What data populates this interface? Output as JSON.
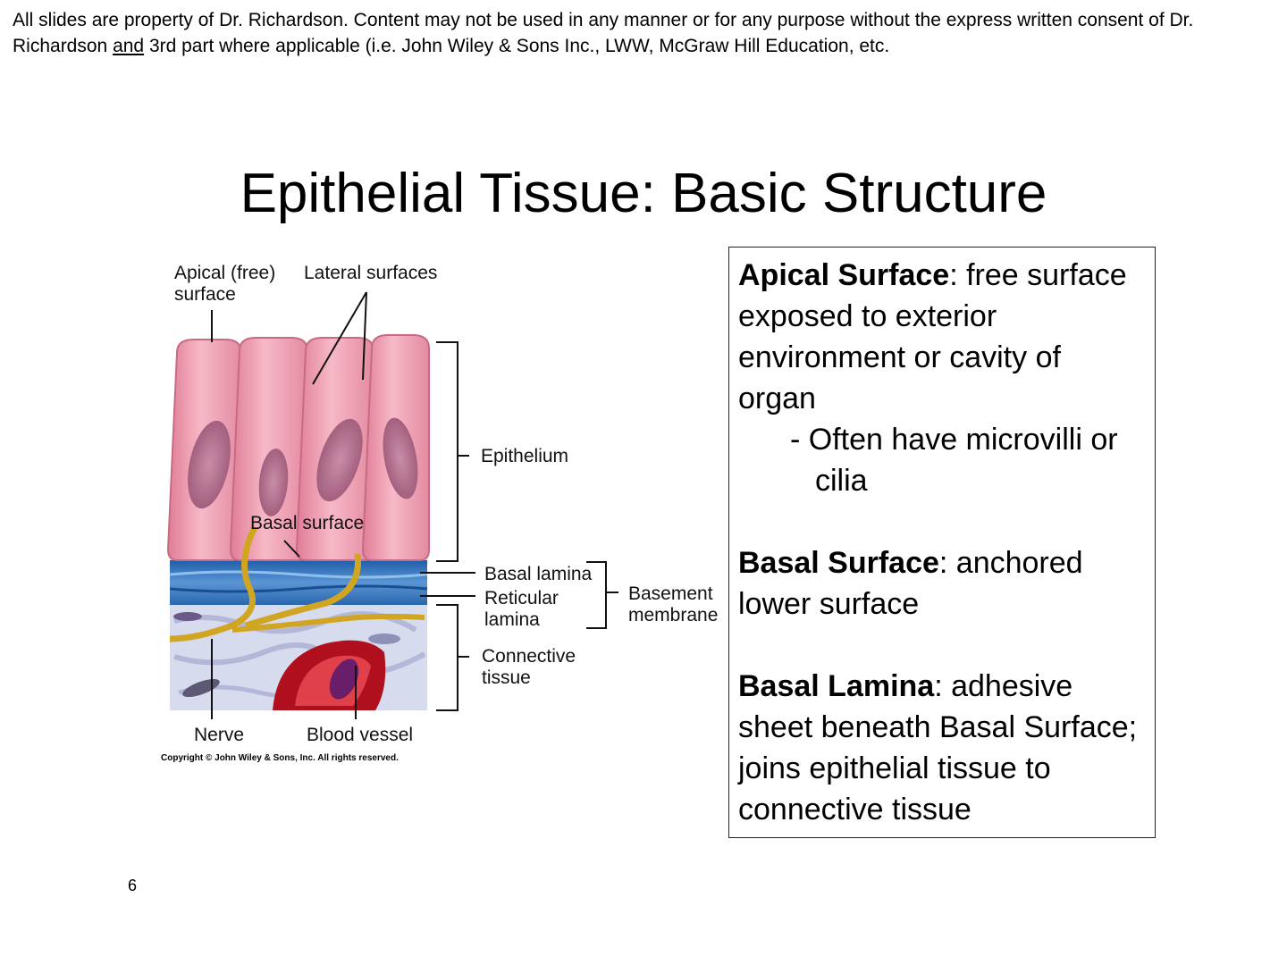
{
  "disclaimer": {
    "part1": "All slides are property of Dr. Richardson. Content may not be used in any manner or for any purpose without the express written consent of Dr. Richardson ",
    "underlined": "and",
    "part2": " 3rd part where applicable (i.e. John Wiley & Sons Inc., LWW, McGraw Hill Education, etc."
  },
  "title": "Epithelial Tissue: Basic Structure",
  "figure": {
    "labels": {
      "apical_line1": "Apical (free)",
      "apical_line2": "surface",
      "lateral": "Lateral surfaces",
      "epithelium": "Epithelium",
      "basal_surface": "Basal surface",
      "basal_lamina": "Basal lamina",
      "reticular_line1": "Reticular",
      "reticular_line2": "lamina",
      "basement_line1": "Basement",
      "basement_line2": "membrane",
      "connective_line1": "Connective",
      "connective_line2": "tissue",
      "nerve": "Nerve",
      "blood_vessel": "Blood vessel"
    },
    "copyright": "Copyright © John Wiley & Sons, Inc. All rights reserved."
  },
  "textbox": {
    "apical_term": "Apical Surface",
    "apical_line1_rest": ": free surface",
    "apical_line2": "exposed to exterior",
    "apical_line3": "environment or cavity of",
    "apical_line4": "organ",
    "apical_sub1": "- Often have microvilli or",
    "apical_sub2": "cilia",
    "basal_term": "Basal Surface",
    "basal_line1_rest": ": anchored",
    "basal_line2": "lower surface",
    "lamina_term": "Basal Lamina",
    "lamina_line1_rest": ": adhesive",
    "lamina_line2": "sheet beneath Basal Surface;",
    "lamina_line3": "joins epithelial tissue to",
    "lamina_line4": "connective tissue"
  },
  "page_number": "6",
  "colors": {
    "cell": "#f2a3b5",
    "nucleus": "#b56a86",
    "basal_lamina": "#2f6fb5",
    "connective": "#d9dcf0",
    "nerve": "#d8b42a",
    "blood": "#c8202a"
  }
}
